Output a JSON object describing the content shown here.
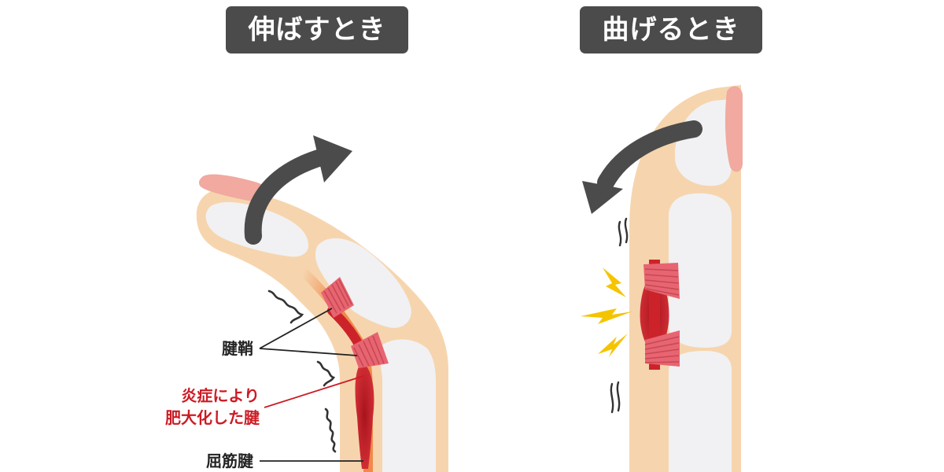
{
  "panels": {
    "extend": {
      "title": "伸ばすとき"
    },
    "bend": {
      "title": "曲げるとき"
    }
  },
  "labels": {
    "sheath": "腱鞘",
    "inflamed_line1": "炎症により",
    "inflamed_line2": "肥大化した腱",
    "flexor_tendon": "屈筋腱"
  },
  "colors": {
    "skin": "#f6d5ae",
    "bone": "#f1f1f3",
    "nail": "#f1a9a0",
    "tendon": "#ef8a4a",
    "inflamed_tendon": "#cc232a",
    "sheath": "#e76572",
    "arrow": "#4b4b4b",
    "spark": "#f5c400",
    "label_red": "#cc1b24"
  }
}
